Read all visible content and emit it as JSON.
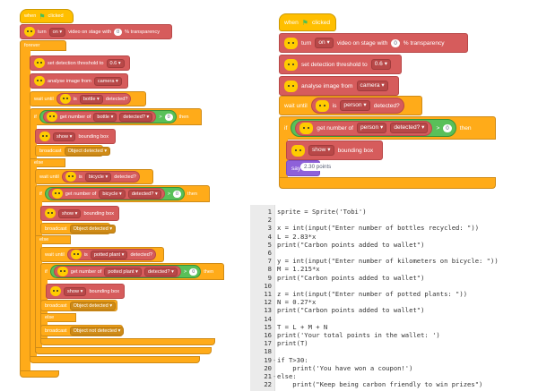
{
  "left_script": {
    "hat": "when [flag] clicked",
    "turn": {
      "prefix": "turn",
      "state": "on",
      "suffix": "video on stage with",
      "value": "0",
      "unit": "% transparency"
    },
    "forever": "forever",
    "threshold": {
      "label": "set detection threshold to",
      "value": "0.6"
    },
    "analyse": {
      "label": "analyse image from",
      "source": "camera"
    },
    "wait1": {
      "label": "wait until",
      "is": "is",
      "object": "bottle",
      "state": "detected?"
    },
    "if1": {
      "if": "if",
      "get": "get number of",
      "object": "bottle",
      "state": "detected?",
      "op": ">",
      "value": "0",
      "then": "then"
    },
    "show1": {
      "action": "show",
      "label": "bounding box"
    },
    "broadcast1": {
      "label": "broadcast",
      "message": "Object detected"
    },
    "else1": "else",
    "wait2": {
      "label": "wait until",
      "is": "is",
      "object": "bicycle",
      "state": "detected?"
    },
    "if2": {
      "if": "if",
      "get": "get number of",
      "object": "bicycle",
      "state": "detected?",
      "op": ">",
      "value": "0",
      "then": "then"
    },
    "show2": {
      "action": "show",
      "label": "bounding box"
    },
    "broadcast2": {
      "label": "broadcast",
      "message": "Object detected"
    },
    "else2": "else",
    "wait3": {
      "label": "wait until",
      "is": "is",
      "object": "potted plant",
      "state": "detected?"
    },
    "if3": {
      "if": "if",
      "get": "get number of",
      "object": "potted plant",
      "state": "detected?",
      "op": ">",
      "value": "0",
      "then": "then"
    },
    "show3": {
      "action": "show",
      "label": "bounding box"
    },
    "broadcast3": {
      "label": "broadcast",
      "message": "Object detected"
    },
    "else3": "else",
    "broadcast4": {
      "label": "broadcast",
      "message": "Object not detected"
    }
  },
  "right_script": {
    "hat": "when [flag] clicked",
    "turn": {
      "prefix": "turn",
      "state": "on",
      "suffix": "video on stage with",
      "value": "0",
      "unit": "% transparency"
    },
    "threshold": {
      "label": "set detection threshold to",
      "value": "0.6"
    },
    "analyse": {
      "label": "analyse image from",
      "source": "camera"
    },
    "wait": {
      "label": "wait until",
      "is": "is",
      "object": "person",
      "state": "detected?"
    },
    "if": {
      "if": "if",
      "get": "get number of",
      "object": "person",
      "state": "detected?",
      "op": ">",
      "value": "0",
      "then": "then"
    },
    "show": {
      "action": "show",
      "label": "bounding box"
    },
    "say": {
      "label": "say",
      "value": "2.30 points"
    }
  },
  "code": {
    "lines": [
      {
        "n": "1",
        "text": "sprite = Sprite('Tobi')"
      },
      {
        "n": "2",
        "text": ""
      },
      {
        "n": "3",
        "text": "x = int(input(\"Enter number of bottles recycled: \"))"
      },
      {
        "n": "4",
        "text": "L = 2.83*x"
      },
      {
        "n": "5",
        "text": "print(\"Carbon points added to wallet\")"
      },
      {
        "n": "6",
        "text": ""
      },
      {
        "n": "7",
        "text": "y = int(input(\"Enter number of kilometers on bicycle: \"))"
      },
      {
        "n": "8",
        "text": "M = 1.215*x"
      },
      {
        "n": "9",
        "text": "print(\"Carbon points added to wallet\")"
      },
      {
        "n": "10",
        "text": ""
      },
      {
        "n": "11",
        "text": "z = int(input(\"Enter number of potted plants: \"))"
      },
      {
        "n": "12",
        "text": "N = 0.27*x"
      },
      {
        "n": "13",
        "text": "print(\"Carbon points added to wallet\")"
      },
      {
        "n": "14",
        "text": ""
      },
      {
        "n": "15",
        "text": "T = L + M + N"
      },
      {
        "n": "16",
        "text": "print('Your total points in the wallet: ')"
      },
      {
        "n": "17",
        "text": "print(T)"
      },
      {
        "n": "18",
        "text": ""
      },
      {
        "n": "19",
        "text": "if T>30:"
      },
      {
        "n": "20",
        "text": "    print('You have won a coupon!')"
      },
      {
        "n": "21",
        "text": "else:"
      },
      {
        "n": "22",
        "text": "    print(\"Keep being carbon friendly to win prizes\")"
      }
    ],
    "fold_marks": {
      "19": "-",
      "21": "-"
    }
  }
}
